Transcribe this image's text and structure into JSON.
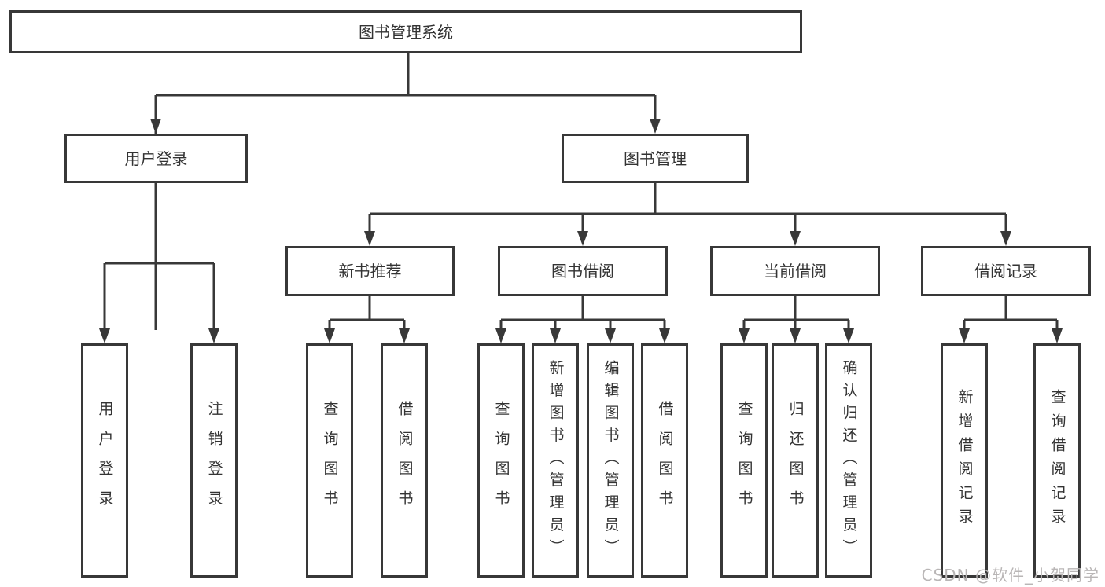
{
  "tree": {
    "label": "图书管理系统",
    "children": [
      {
        "label": "用户登录",
        "children": [
          {
            "label": "用户登录"
          },
          {
            "label": "注销登录"
          }
        ]
      },
      {
        "label": "图书管理",
        "children": [
          {
            "label": "新书推荐",
            "children": [
              {
                "label": "查询图书"
              },
              {
                "label": "借阅图书"
              }
            ]
          },
          {
            "label": "图书借阅",
            "children": [
              {
                "label": "查询图书"
              },
              {
                "label": "新增图书（管理员）"
              },
              {
                "label": "编辑图书（管理员）"
              },
              {
                "label": "借阅图书"
              }
            ]
          },
          {
            "label": "当前借阅",
            "children": [
              {
                "label": "查询图书"
              },
              {
                "label": "归还图书"
              },
              {
                "label": "确认归还（管理员）"
              }
            ]
          },
          {
            "label": "借阅记录",
            "children": [
              {
                "label": "新增借阅记录"
              },
              {
                "label": "查询借阅记录"
              }
            ]
          }
        ]
      }
    ]
  },
  "watermark": {
    "text": "CSDN @软件_小贺同学"
  },
  "colors": {
    "line": "#383838",
    "box_border": "#383838",
    "box_background": "#ffffff",
    "text": "#333333",
    "watermark_text": "#b9b6b6",
    "page_background": "#ffffff"
  }
}
